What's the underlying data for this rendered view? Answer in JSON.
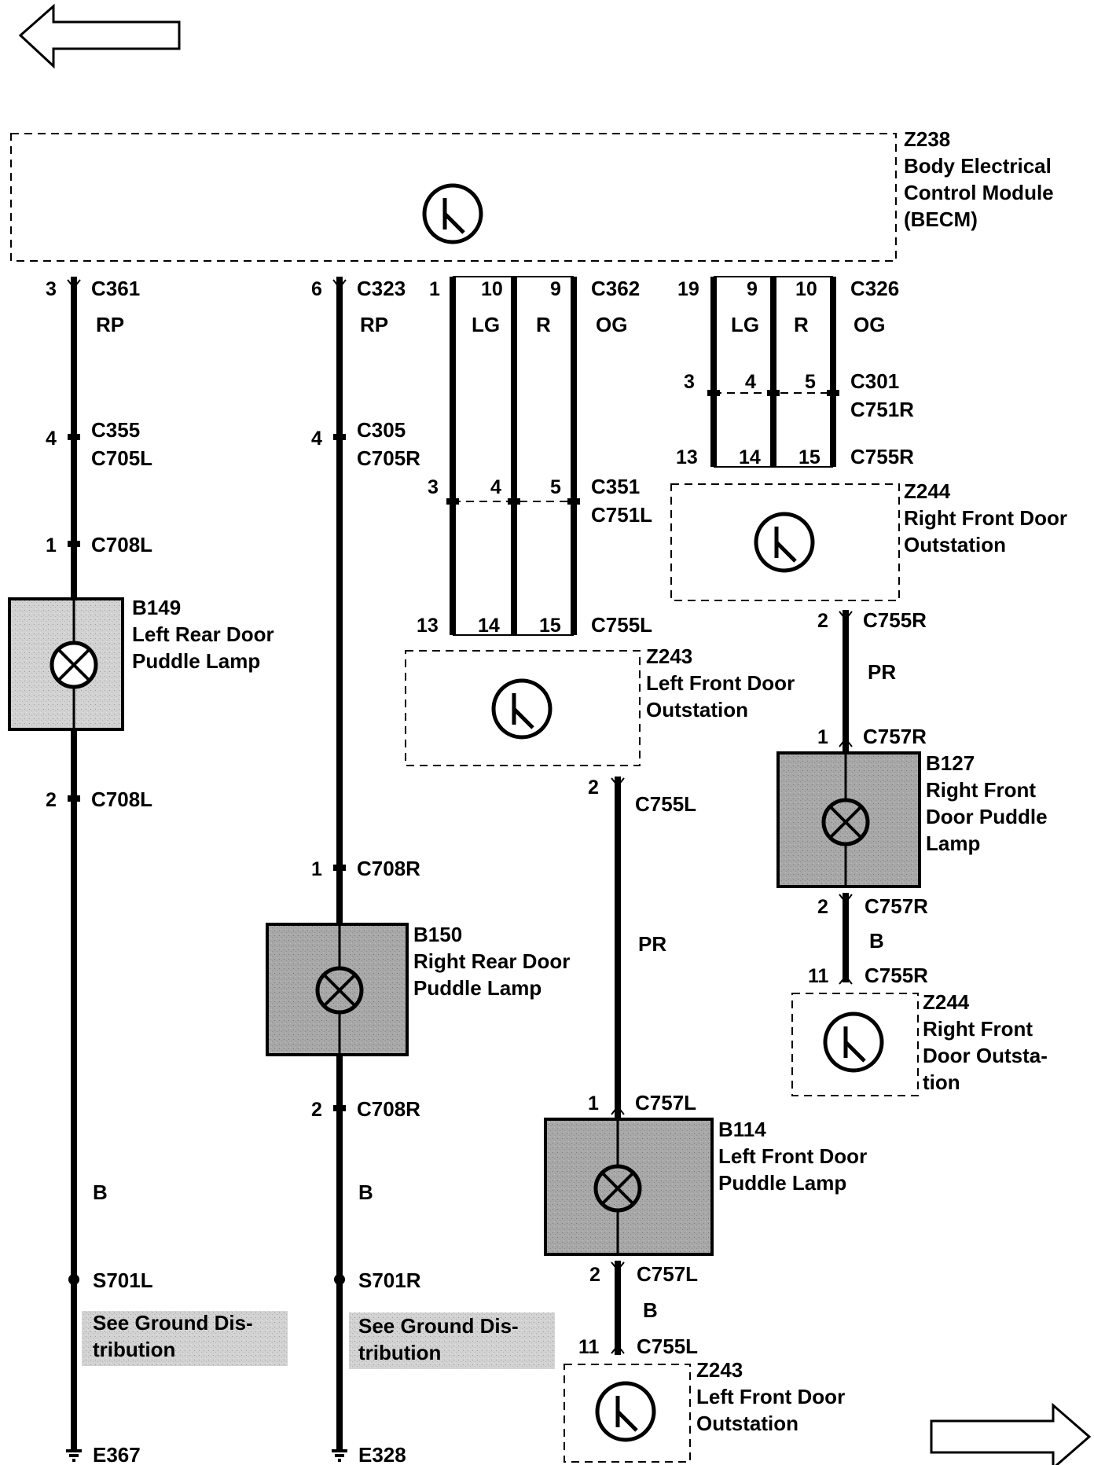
{
  "nav": {
    "back_arrow": "left-arrow",
    "next_arrow": "right-arrow"
  },
  "becm": {
    "id": "Z238",
    "name_line1": "Body Electrical",
    "name_line2": "Control Module",
    "name_line3": "(BECM)"
  },
  "circuit1": {
    "top_pin": "3",
    "top_connector": "C361",
    "top_color": "RP",
    "c1_pin": "4",
    "c1_conn_a": "C355",
    "c1_conn_b": "C705L",
    "c2_pin": "1",
    "c2_conn": "C708L",
    "lamp_id": "B149",
    "lamp_line1": "Left Rear Door",
    "lamp_line2": "Puddle Lamp",
    "c3_pin": "2",
    "c3_conn": "C708L",
    "ground_color": "B",
    "splice": "S701L",
    "note_line1": "See Ground Dis-",
    "note_line2": "tribution",
    "ground": "E367"
  },
  "circuit2": {
    "top_pin": "6",
    "top_connector": "C323",
    "top_color": "RP",
    "c1_pin": "4",
    "c1_conn_a": "C305",
    "c1_conn_b": "C705R",
    "c2_pin": "1",
    "c2_conn": "C708R",
    "lamp_id": "B150",
    "lamp_line1": "Right Rear Door",
    "lamp_line2": "Puddle Lamp",
    "c3_pin": "2",
    "c3_conn": "C708R",
    "ground_color": "B",
    "splice": "S701R",
    "note_line1": "See Ground Dis-",
    "note_line2": "tribution",
    "ground": "E328"
  },
  "left_front_bus": {
    "pin_a": "1",
    "pin_b": "10",
    "pin_c": "9",
    "connector": "C362",
    "color_a": "LG",
    "color_b": "R",
    "color_c": "OG",
    "mid_pin_a": "3",
    "mid_pin_b": "4",
    "mid_pin_c": "5",
    "mid_conn_a": "C351",
    "mid_conn_b": "C751L",
    "low_pin_a": "13",
    "low_pin_b": "14",
    "low_pin_c": "15",
    "low_conn": "C755L"
  },
  "z243_top": {
    "id": "Z243",
    "line1": "Left Front Door",
    "line2": "Outstation"
  },
  "left_front_lamp_circuit": {
    "out_pin": "2",
    "out_conn": "C755L",
    "color": "PR",
    "in_pin": "1",
    "in_conn": "C757L",
    "lamp_id": "B114",
    "lamp_line1": "Left Front Door",
    "lamp_line2": "Puddle Lamp",
    "ret_pin": "2",
    "ret_conn": "C757L",
    "ret_color": "B",
    "end_pin": "11",
    "end_conn": "C755L"
  },
  "z243_bottom": {
    "id": "Z243",
    "line1": "Left Front Door",
    "line2": "Outstation"
  },
  "right_front_bus": {
    "pin_a": "19",
    "pin_b": "9",
    "pin_c": "10",
    "connector": "C326",
    "color_a": "LG",
    "color_b": "R",
    "color_c": "OG",
    "mid_pin_a": "3",
    "mid_pin_b": "4",
    "mid_pin_c": "5",
    "mid_conn_a": "C301",
    "mid_conn_b": "C751R",
    "low_pin_a": "13",
    "low_pin_b": "14",
    "low_pin_c": "15",
    "low_conn": "C755R"
  },
  "z244_top": {
    "id": "Z244",
    "line1": "Right Front Door",
    "line2": "Outstation"
  },
  "right_front_lamp_circuit": {
    "out_pin": "2",
    "out_conn": "C755R",
    "color": "PR",
    "in_pin": "1",
    "in_conn": "C757R",
    "lamp_id": "B127",
    "lamp_line1": "Right Front",
    "lamp_line2": "Door Puddle",
    "lamp_line3": "Lamp",
    "ret_pin": "2",
    "ret_conn": "C757R",
    "ret_color": "B",
    "end_pin": "11",
    "end_conn": "C755R"
  },
  "z244_bottom": {
    "id": "Z244",
    "line1": "Right Front",
    "line2": "Door Outsta-",
    "line3": "tion"
  }
}
